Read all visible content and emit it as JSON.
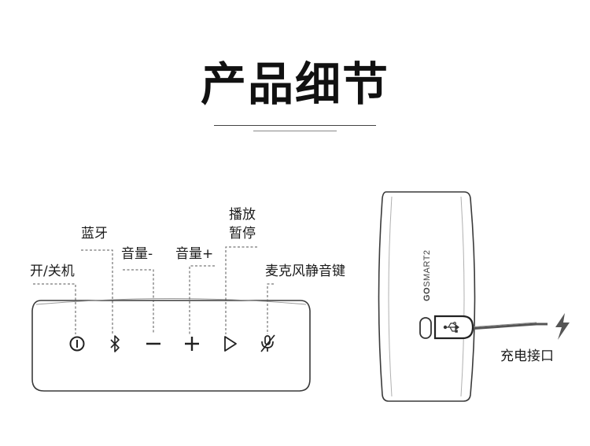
{
  "title": "产品细节",
  "labels": {
    "power": "开/关机",
    "bluetooth": "蓝牙",
    "volume_down": "音量-",
    "volume_up": "音量+",
    "play_pause_line1": "播放",
    "play_pause_line2": "暂停",
    "mic_mute": "麦克风静音键",
    "charging_port": "充电接口"
  },
  "brand_text": "GOSMART2"
}
